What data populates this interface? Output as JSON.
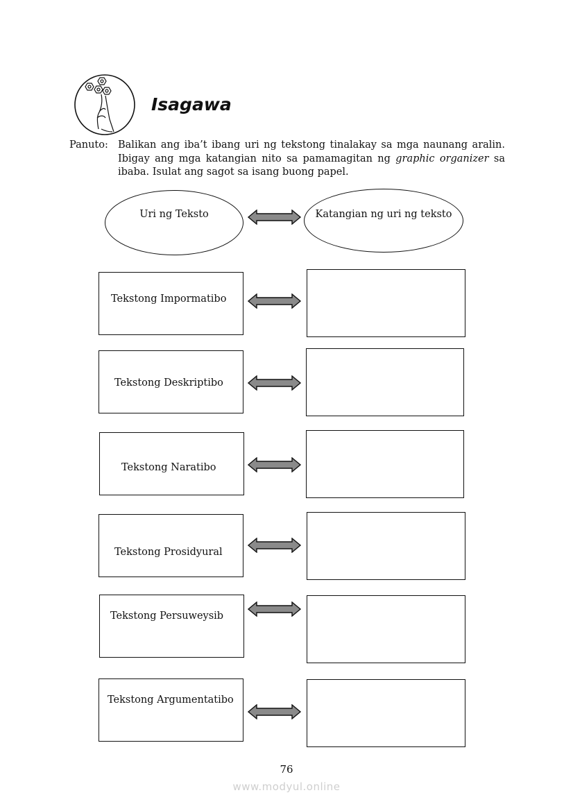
{
  "header": {
    "title": "Isagawa",
    "logo_icon": "hand-holding-gears-icon"
  },
  "instructions": {
    "label": "Panuto:",
    "text_before": "Balikan ang iba’t ibang uri ng tekstong tinalakay sa mga naunang aralin. Ibigay ang mga katangian nito sa pamamagitan ng ",
    "text_emphasis": "graphic organizer",
    "text_after": " sa ibaba. Isulat ang sagot sa isang buong papel."
  },
  "organizer": {
    "header_left": "Uri ng Teksto",
    "header_right": "Katangian ng uri ng teksto",
    "arrow_icon": "double-arrow-icon",
    "rows": [
      {
        "label": "Tekstong Impormatibo",
        "answer": ""
      },
      {
        "label": "Tekstong Deskriptibo",
        "answer": ""
      },
      {
        "label": "Tekstong Naratibo",
        "answer": ""
      },
      {
        "label": "Tekstong Prosidyural",
        "answer": ""
      },
      {
        "label": "Tekstong Persuweysib",
        "answer": ""
      },
      {
        "label": "Tekstong Argumentatibo",
        "answer": ""
      }
    ]
  },
  "footer": {
    "page_number": "76",
    "watermark": "www.modyul.online"
  }
}
